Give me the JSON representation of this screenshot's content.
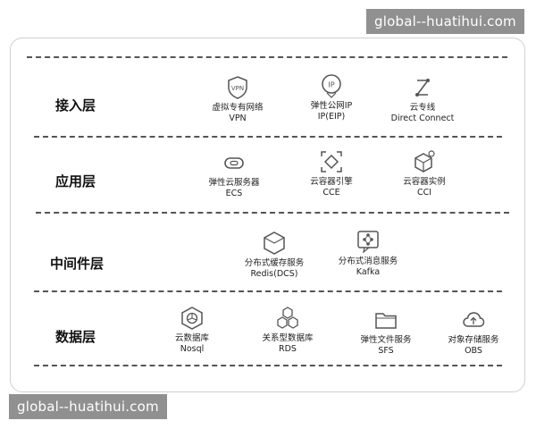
{
  "watermark_top": "global--huatihui.com",
  "watermark_bottom": "global--huatihui.com",
  "layers": [
    {
      "name": "接入层",
      "services": [
        {
          "icon": "vpn-icon",
          "name_cn": "虚拟专有网络",
          "name_en": "VPN"
        },
        {
          "icon": "ip-icon",
          "name_cn": "弹性公网IP",
          "name_en": "IP(EIP)"
        },
        {
          "icon": "direct-connect-icon",
          "name_cn": "云专线",
          "name_en": "Direct Connect"
        }
      ]
    },
    {
      "name": "应用层",
      "services": [
        {
          "icon": "ecs-icon",
          "name_cn": "弹性云服务器",
          "name_en": "ECS"
        },
        {
          "icon": "cce-icon",
          "name_cn": "云容器引擎",
          "name_en": "CCE"
        },
        {
          "icon": "cci-icon",
          "name_cn": "云容器实例",
          "name_en": "CCI"
        }
      ]
    },
    {
      "name": "中间件层",
      "services": [
        {
          "icon": "redis-icon",
          "name_cn": "分布式缓存服务",
          "name_en": "Redis(DCS)"
        },
        {
          "icon": "kafka-icon",
          "name_cn": "分布式消息服务",
          "name_en": "Kafka"
        }
      ]
    },
    {
      "name": "数据层",
      "services": [
        {
          "icon": "nosql-icon",
          "name_cn": "云数据库",
          "name_en": "Nosql"
        },
        {
          "icon": "rds-icon",
          "name_cn": "关系型数据库",
          "name_en": "RDS"
        },
        {
          "icon": "sfs-icon",
          "name_cn": "弹性文件服务",
          "name_en": "SFS"
        },
        {
          "icon": "obs-icon",
          "name_cn": "对象存储服务",
          "name_en": "OBS"
        }
      ]
    }
  ]
}
